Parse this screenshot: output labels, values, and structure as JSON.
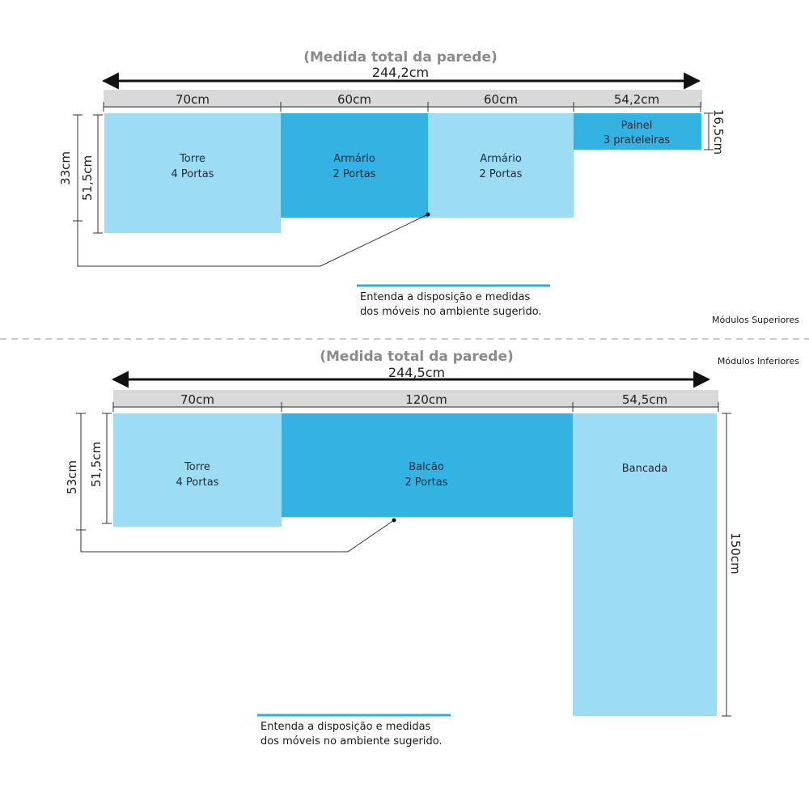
{
  "upper": {
    "wall_title": "(Medida total da parede)",
    "total_width": "244,2cm",
    "widths": [
      "70cm",
      "60cm",
      "60cm",
      "54,2cm"
    ],
    "modules": [
      {
        "line1": "Torre",
        "line2": "4 Portas"
      },
      {
        "line1": "Armário",
        "line2": "2 Portas"
      },
      {
        "line1": "Armário",
        "line2": "2 Portas"
      },
      {
        "line1": "Painel",
        "line2": "3 prateleiras"
      }
    ],
    "depth_outer": "33cm",
    "depth_inner": "51,5cm",
    "panel_height": "16,5cm",
    "note_line1": "Entenda a disposição e medidas",
    "note_line2": "dos móveis no ambiente sugerido.",
    "section_label": "Módulos Superiores"
  },
  "lower": {
    "section_label": "Módulos Inferiores",
    "wall_title": "(Medida total da parede)",
    "total_width": "244,5cm",
    "widths": [
      "70cm",
      "120cm",
      "54,5cm"
    ],
    "modules": [
      {
        "line1": "Torre",
        "line2": "4 Portas"
      },
      {
        "line1": "Balcão",
        "line2": "2 Portas"
      },
      {
        "line1": "Bancada",
        "line2": ""
      }
    ],
    "depth_outer": "53cm",
    "depth_inner": "51,5cm",
    "bench_length": "150cm",
    "note_line1": "Entenda a disposição e medidas",
    "note_line2": "dos móveis no ambiente sugerido."
  },
  "colors": {
    "light_blue": "#9ddcf5",
    "dark_blue": "#32b3e4",
    "wall_grey": "#d9d9d9",
    "accent_line": "#29b0d8"
  }
}
